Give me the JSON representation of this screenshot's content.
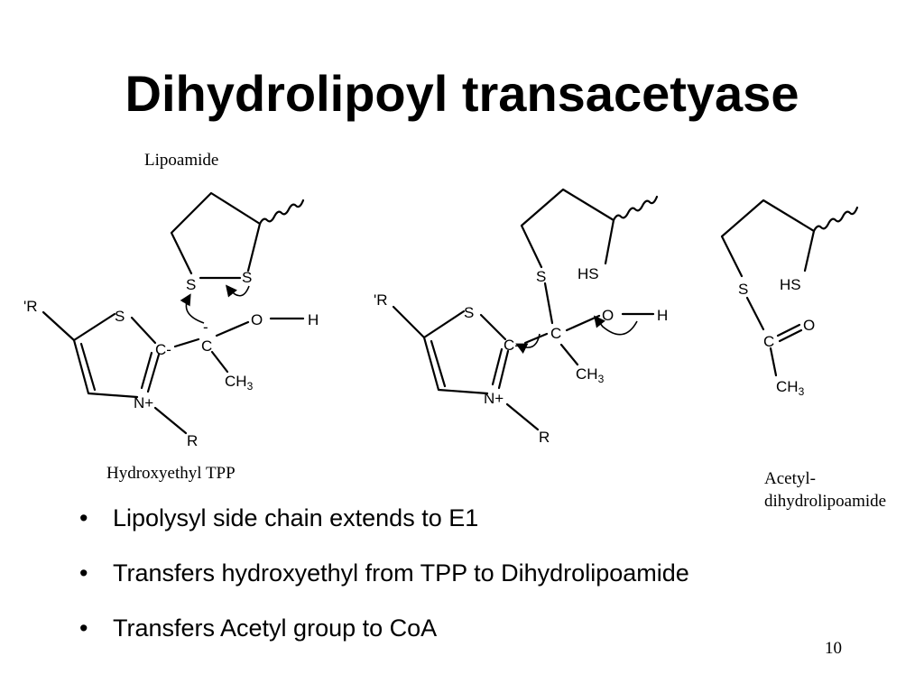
{
  "slide": {
    "title": "Dihydrolipoyl transacetyase",
    "page_number": "10"
  },
  "diagram": {
    "captions": {
      "lipoamide": "Lipoamide",
      "hydroxyethyl_tpp": "Hydroxyethyl TPP",
      "acetyl_line1": "Acetyl-",
      "acetyl_line2": "dihydrolipoamide"
    },
    "atoms": {
      "s": "S",
      "c": "C",
      "c_minus": "C-",
      "n_plus": "N+",
      "o": "O",
      "h": "H",
      "hs": "HS",
      "r": "R",
      "r_prime": "'R",
      "ch3_main": "CH",
      "ch3_sub": "3",
      "minus": "-",
      "eq_o": "O"
    }
  },
  "bullets": [
    {
      "marker": "•",
      "text": "Lipolysyl  side chain extends to E1"
    },
    {
      "marker": "•",
      "text": "Transfers hydroxyethyl from TPP to Dihydrolipoamide"
    },
    {
      "marker": "•",
      "text": "Transfers Acetyl group to CoA"
    }
  ]
}
